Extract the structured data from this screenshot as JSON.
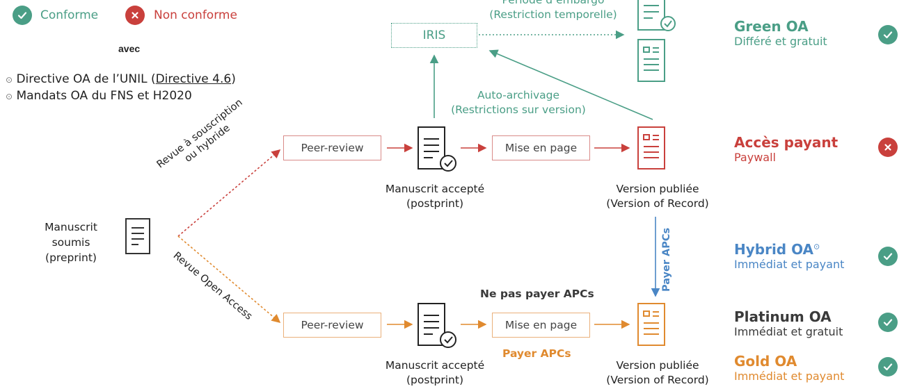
{
  "legend": {
    "conforme": "Conforme",
    "non_conforme": "Non conforme",
    "avec": "avec",
    "directive_prefix": "Directive OA de l’UNIL (",
    "directive_link": "Directive 4.6",
    "directive_suffix": ")",
    "mandats": "Mandats OA du FNS et H2020"
  },
  "submission": {
    "label_line1": "Manuscrit",
    "label_line2": "soumis",
    "label_line3": "(preprint)"
  },
  "routes": {
    "subscription_line1": "Revue à souscription",
    "subscription_line2": "ou hybride",
    "open_access": "Revue Open Access"
  },
  "top_flow": {
    "peer_review": "Peer-review",
    "accepted_line1": "Manuscrit accepté",
    "accepted_line2": "(postprint)",
    "mise_en_page": "Mise en page",
    "published_line1": "Version publiée",
    "published_line2": "(Version of Record)"
  },
  "bottom_flow": {
    "peer_review": "Peer-review",
    "accepted_line1": "Manuscrit accepté",
    "accepted_line2": "(postprint)",
    "mise_en_page": "Mise en page",
    "published_line1": "Version publiée",
    "published_line2": "(Version of Record)",
    "no_apc": "Ne pas payer APCs",
    "pay_apc": "Payer APCs"
  },
  "repository": {
    "iris": "IRIS",
    "embargo_line1": "Période d’embargo",
    "embargo_line2": "(Restriction temporelle)",
    "self_archive_line1": "Auto-archivage",
    "self_archive_line2": "(Restrictions sur version)"
  },
  "hybrid_link": "Payer APCs",
  "categories": [
    {
      "title": "Green OA",
      "subtitle": "Différé et gratuit",
      "status": "conforme"
    },
    {
      "title": "Accès payant",
      "subtitle": "Paywall",
      "status": "non_conforme"
    },
    {
      "title": "Hybrid OA",
      "subtitle": "Immédiat et payant",
      "status": "conforme"
    },
    {
      "title": "Platinum OA",
      "subtitle": "Immédiat et gratuit",
      "status": "conforme"
    },
    {
      "title": "Gold OA",
      "subtitle": "Immédiat et payant",
      "status": "conforme"
    }
  ],
  "colors": {
    "green": "#4a9e86",
    "red": "#c9403c",
    "blue": "#4a86c5",
    "orange": "#e08a2f",
    "dark": "#3a3a3a",
    "badge_green": "#4a9e86",
    "badge_red": "#c9403c"
  },
  "icons": [
    "check-icon",
    "cross-icon",
    "open-lock-icon",
    "document-icon",
    "document-check-icon",
    "published-document-icon"
  ]
}
